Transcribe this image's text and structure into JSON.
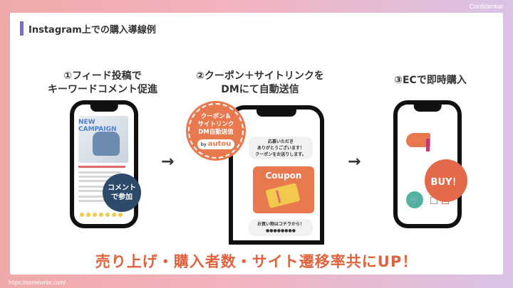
{
  "header": {
    "confidential": "Confidential"
  },
  "footer": {
    "url": "https://somewrite.com/"
  },
  "slide": {
    "title": "Instagram上での購入導線例",
    "steps": [
      {
        "line1": "①フィード投稿で",
        "line2": "キーワードコメント促進"
      },
      {
        "line1": "②クーポン＋サイトリンクを",
        "line2": "DMにて自動送信"
      },
      {
        "line1": "③ECで即時購入",
        "line2": ""
      }
    ],
    "arrow": "→",
    "headline": "売り上げ・購入者数・サイト遷移率共にUP！"
  },
  "phone1": {
    "campaign_text": "NEW\nCAMPAIGN",
    "badge_line1": "コメント",
    "badge_line2": "で参加"
  },
  "phone2": {
    "badge_line1": "クーポン＆",
    "badge_line2": "サイトリンク",
    "badge_line3": "DM自動送信",
    "badge_by": "by",
    "badge_brand": "autou",
    "msg_top_line1": "応募いただき",
    "msg_top_line2": "ありがとうございます！",
    "msg_top_line3": "クーポンをお送りします。",
    "coupon_title": "Coupon",
    "msg_bottom_line1": "お買い物はコチラから！",
    "msg_bottom_line2": "●●●●●●●●"
  },
  "phone3": {
    "buy_label": "BUY！",
    "cart_icon": "🛒"
  },
  "colors": {
    "accent_orange": "#e8794f",
    "headline_red": "#e0623e",
    "title_bar": "#7a6fb8",
    "badge_navy": "#2e4a6b"
  }
}
